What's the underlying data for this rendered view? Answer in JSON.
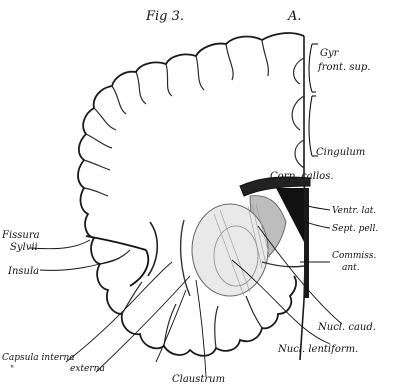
{
  "figure": {
    "title": "Fig 3.",
    "letter": "A."
  },
  "labels": {
    "gyr_line1": "Gyr",
    "gyr_line2": "front. sup.",
    "cingulum": "Cingulum",
    "corp_callos": "Corp. callos.",
    "ventr_lat": "Ventr. lat.",
    "sept_pell": "Sept. pell.",
    "commiss_line1": "Commiss.",
    "commiss_line2": "ant.",
    "fissura_line1": "Fissura",
    "fissura_line2": "Sylvii",
    "insula": "Insula",
    "nucl_caud": "Nucl. caud.",
    "nucl_lentiform": "Nucl. lentiform.",
    "capsula_line1": "Capsula interna",
    "capsula_line2": "externa",
    "claustrum": "Claustrum",
    "quote_mark": "\""
  }
}
